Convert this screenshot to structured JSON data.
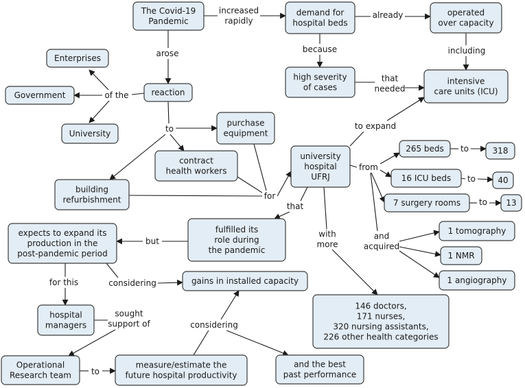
{
  "diagram": {
    "nodes": {
      "covid": [
        "The Covid-19",
        "Pandemic"
      ],
      "demand": [
        "demand for",
        "hospital beds"
      ],
      "operated": [
        "operated",
        "over capacity"
      ],
      "severity": [
        "high severity",
        "of cases"
      ],
      "icu": [
        "intensive",
        "care units (ICU)"
      ],
      "enterprises": [
        "Enterprises"
      ],
      "government": [
        "Government"
      ],
      "reaction": [
        "reaction"
      ],
      "university": [
        "University"
      ],
      "purchase": [
        "purchase",
        "equipment"
      ],
      "contract": [
        "contract",
        "health workers"
      ],
      "building": [
        "building",
        "refurbishment"
      ],
      "ufrj": [
        "university",
        "hospital",
        "UFRJ"
      ],
      "beds265": [
        "265 beds"
      ],
      "beds318": [
        "318"
      ],
      "icu16": [
        "16 ICU beds"
      ],
      "icu40": [
        "40"
      ],
      "surgery7": [
        "7 surgery rooms"
      ],
      "surgery13": [
        "13"
      ],
      "tomography": [
        "1 tomography"
      ],
      "nmr": [
        "1 NMR"
      ],
      "angiography": [
        "1 angiography"
      ],
      "fulfilled": [
        "fulfilled its",
        "role during",
        "the pandemic"
      ],
      "expects": [
        "expects to expand its",
        "production in the",
        "post-pandemic period"
      ],
      "gains": [
        "gains in installed capacity"
      ],
      "staff": [
        "146 doctors,",
        "171 nurses,",
        "320 nursing assistants,",
        "226 other health categories"
      ],
      "managers": [
        "hospital",
        "managers"
      ],
      "ort": [
        "Operational",
        "Research team"
      ],
      "measure": [
        "measure/estimate the",
        "future hospital productivity"
      ],
      "best": [
        "and the best",
        "past performance"
      ]
    },
    "labels": {
      "increased": [
        "increased",
        "rapidly"
      ],
      "already": [
        "already"
      ],
      "arose": [
        "arose"
      ],
      "because": [
        "because"
      ],
      "including": [
        "including"
      ],
      "that_needed": [
        "that",
        "needed"
      ],
      "of_the": [
        "of the"
      ],
      "to_react": [
        "to"
      ],
      "to_expand": [
        "to expand"
      ],
      "for": [
        "for"
      ],
      "from": [
        "from"
      ],
      "to_318": [
        "to"
      ],
      "to_40": [
        "to"
      ],
      "to_13": [
        "to"
      ],
      "that": [
        "that"
      ],
      "with_more": [
        "with",
        "more"
      ],
      "but": [
        "but"
      ],
      "and_acquired": [
        "and",
        "acquired"
      ],
      "for_this": [
        "for this"
      ],
      "considering_1": [
        "considering"
      ],
      "sought": [
        "sought",
        "support of"
      ],
      "considering_2": [
        "considering"
      ],
      "to_measure": [
        "to"
      ]
    }
  }
}
